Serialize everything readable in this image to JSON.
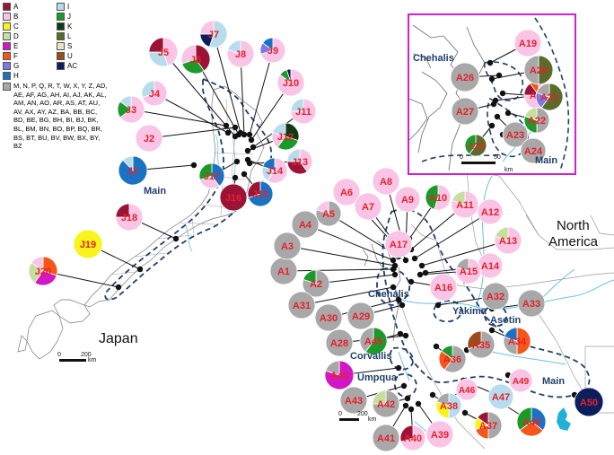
{
  "legend": {
    "items": [
      {
        "label": "A",
        "color": "#9b1336"
      },
      {
        "label": "I",
        "color": "#b7dced"
      },
      {
        "label": "B",
        "color": "#f9c4e6"
      },
      {
        "label": "J",
        "color": "#1b9a2a"
      },
      {
        "label": "C",
        "color": "#f8f41c"
      },
      {
        "label": "K",
        "color": "#0e3b14"
      },
      {
        "label": "D",
        "color": "#c6de9f"
      },
      {
        "label": "L",
        "color": "#5a6b2a"
      },
      {
        "label": "E",
        "color": "#d218c4"
      },
      {
        "label": "S",
        "color": "#ece3c6"
      },
      {
        "label": "F",
        "color": "#f5561a"
      },
      {
        "label": "U",
        "color": "#9a4d1b"
      },
      {
        "label": "G",
        "color": "#8079e5"
      },
      {
        "label": "AC",
        "color": "#0c1f5c"
      },
      {
        "label": "H",
        "color": "#1a73c2"
      }
    ],
    "other_color": "#a8a8a8",
    "other_text": "M, N, P, Q, R, T, W, X, Y, Z, AD, AE, AF, AG, AH, AI, AJ, AK, AL, AM, AN, AO, AR, AS, AT, AU, AV, AX, AY, AZ, BA, BB, BC, BD, BE, BG, BH, BI, BJ, BK, BL, BM, BN, BO, BP, BQ, BR, BS, BT, BU, BV, BW, BX, BY, BZ"
  },
  "regions": {
    "japan": "Japan",
    "north_america_1": "North",
    "north_america_2": "America",
    "main_japan": "Main",
    "chehalis": "Chehalis",
    "yakima": "Yakima",
    "asotin": "Asotin",
    "corvallis": "Corvallis",
    "umpqua": "Umpqua",
    "main_na": "Main",
    "inset_chehalis": "Chehalis",
    "inset_main": "Main"
  },
  "scales": {
    "japan": {
      "zero": "0",
      "max": "200",
      "unit": "km"
    },
    "na": {
      "zero": "0",
      "max": "200",
      "unit": "km"
    },
    "inset": {
      "zero": "0",
      "max": "50",
      "unit": "km"
    }
  },
  "sites": [
    {
      "id": "J1",
      "slices": [
        [
          0.88,
          "#1a73c2"
        ],
        [
          0.12,
          "#b7dced"
        ]
      ]
    },
    {
      "id": "J2",
      "slices": [
        [
          1,
          "#f9c4e6"
        ]
      ]
    },
    {
      "id": "J3",
      "slices": [
        [
          0.65,
          "#f9c4e6"
        ],
        [
          0.2,
          "#1b9a2a"
        ],
        [
          0.15,
          "#b7dced"
        ]
      ]
    },
    {
      "id": "J4",
      "slices": [
        [
          0.7,
          "#f9c4e6"
        ],
        [
          0.3,
          "#b7dced"
        ]
      ]
    },
    {
      "id": "J5",
      "slices": [
        [
          0.45,
          "#f9c4e6"
        ],
        [
          0.3,
          "#b7dced"
        ],
        [
          0.25,
          "#9b1336"
        ]
      ]
    },
    {
      "id": "J6",
      "slices": [
        [
          0.4,
          "#9b1336"
        ],
        [
          0.3,
          "#1b9a2a"
        ],
        [
          0.3,
          "#f9c4e6"
        ]
      ]
    },
    {
      "id": "J7",
      "slices": [
        [
          0.55,
          "#b7dced"
        ],
        [
          0.2,
          "#0c1f5c"
        ],
        [
          0.25,
          "#f9c4e6"
        ]
      ]
    },
    {
      "id": "J8",
      "slices": [
        [
          0.8,
          "#f9c4e6"
        ],
        [
          0.2,
          "#b7dced"
        ]
      ]
    },
    {
      "id": "J9",
      "slices": [
        [
          0.7,
          "#f9c4e6"
        ],
        [
          0.15,
          "#8079e5"
        ],
        [
          0.15,
          "#1a73c2"
        ]
      ]
    },
    {
      "id": "J10",
      "slices": [
        [
          0.85,
          "#f9c4e6"
        ],
        [
          0.1,
          "#1b9a2a"
        ],
        [
          0.05,
          "#0c1f5c"
        ]
      ]
    },
    {
      "id": "J11",
      "slices": [
        [
          0.75,
          "#f9c4e6"
        ],
        [
          0.25,
          "#b7dced"
        ]
      ]
    },
    {
      "id": "J12",
      "slices": [
        [
          0.3,
          "#0e3b14"
        ],
        [
          0.3,
          "#1b9a2a"
        ],
        [
          0.2,
          "#f9c4e6"
        ],
        [
          0.2,
          "#b7dced"
        ]
      ]
    },
    {
      "id": "J13",
      "slices": [
        [
          0.4,
          "#f9c4e6"
        ],
        [
          0.35,
          "#9b1336"
        ],
        [
          0.25,
          "#b7dced"
        ]
      ]
    },
    {
      "id": "J14",
      "slices": [
        [
          0.6,
          "#f9c4e6"
        ],
        [
          0.2,
          "#b7dced"
        ],
        [
          0.2,
          "#1a73c2"
        ]
      ]
    },
    {
      "id": "J15",
      "slices": [
        [
          0.7,
          "#1a73c2"
        ],
        [
          0.3,
          "#9b1336"
        ]
      ]
    },
    {
      "id": "J16",
      "slices": [
        [
          1,
          "#9b1336"
        ]
      ]
    },
    {
      "id": "J17",
      "slices": [
        [
          0.4,
          "#1a73c2"
        ],
        [
          0.3,
          "#f9c4e6"
        ],
        [
          0.3,
          "#1b9a2a"
        ]
      ]
    },
    {
      "id": "J18",
      "slices": [
        [
          0.75,
          "#f9c4e6"
        ],
        [
          0.25,
          "#9b1336"
        ]
      ]
    },
    {
      "id": "J19",
      "slices": [
        [
          1,
          "#f8f41c"
        ]
      ]
    },
    {
      "id": "J20",
      "slices": [
        [
          0.3,
          "#f5561a"
        ],
        [
          0.3,
          "#d218c4"
        ],
        [
          0.25,
          "#c6de9f"
        ],
        [
          0.15,
          "#f9c4e6"
        ]
      ]
    },
    {
      "id": "A1",
      "slices": [
        [
          1,
          "#a8a8a8"
        ]
      ]
    },
    {
      "id": "A2",
      "slices": [
        [
          0.8,
          "#a8a8a8"
        ],
        [
          0.2,
          "#1b9a2a"
        ]
      ]
    },
    {
      "id": "A3",
      "slices": [
        [
          1,
          "#a8a8a8"
        ]
      ]
    },
    {
      "id": "A4",
      "slices": [
        [
          1,
          "#a8a8a8"
        ]
      ]
    },
    {
      "id": "A5",
      "slices": [
        [
          0.8,
          "#a8a8a8"
        ],
        [
          0.2,
          "#f9c4e6"
        ]
      ]
    },
    {
      "id": "A6",
      "slices": [
        [
          1,
          "#f9c4e6"
        ]
      ]
    },
    {
      "id": "A7",
      "slices": [
        [
          1,
          "#f9c4e6"
        ]
      ]
    },
    {
      "id": "A8",
      "slices": [
        [
          1,
          "#f9c4e6"
        ]
      ]
    },
    {
      "id": "A9",
      "slices": [
        [
          1,
          "#f9c4e6"
        ]
      ]
    },
    {
      "id": "A10",
      "slices": [
        [
          0.55,
          "#f9c4e6"
        ],
        [
          0.45,
          "#1b9a2a"
        ]
      ]
    },
    {
      "id": "A11",
      "slices": [
        [
          0.8,
          "#f9c4e6"
        ],
        [
          0.2,
          "#c6de9f"
        ]
      ]
    },
    {
      "id": "A12",
      "slices": [
        [
          1,
          "#f9c4e6"
        ]
      ]
    },
    {
      "id": "A13",
      "slices": [
        [
          0.8,
          "#f9c4e6"
        ],
        [
          0.2,
          "#c6de9f"
        ]
      ]
    },
    {
      "id": "A14",
      "slices": [
        [
          1,
          "#f9c4e6"
        ]
      ]
    },
    {
      "id": "A15",
      "slices": [
        [
          0.8,
          "#f9c4e6"
        ],
        [
          0.2,
          "#a8a8a8"
        ]
      ]
    },
    {
      "id": "A16",
      "slices": [
        [
          1,
          "#f9c4e6"
        ]
      ]
    },
    {
      "id": "A17",
      "slices": [
        [
          1,
          "#f9c4e6"
        ]
      ]
    },
    {
      "id": "A18",
      "slices": [
        [
          0.75,
          "#f9c4e6"
        ],
        [
          0.15,
          "#9b1336"
        ],
        [
          0.1,
          "#f5561a"
        ]
      ]
    },
    {
      "id": "A19",
      "slices": [
        [
          1,
          "#f9c4e6"
        ]
      ]
    },
    {
      "id": "A20",
      "slices": [
        [
          0.5,
          "#5a6b2a"
        ],
        [
          0.5,
          "#a8a8a8"
        ]
      ]
    },
    {
      "id": "A21",
      "slices": [
        [
          0.6,
          "#5a6b2a"
        ],
        [
          0.2,
          "#8079e5"
        ],
        [
          0.2,
          "#a8a8a8"
        ]
      ]
    },
    {
      "id": "A22",
      "slices": [
        [
          0.5,
          "#a8a8a8"
        ],
        [
          0.3,
          "#1b9a2a"
        ],
        [
          0.2,
          "#c6de9f"
        ]
      ]
    },
    {
      "id": "A23",
      "slices": [
        [
          1,
          "#a8a8a8"
        ]
      ]
    },
    {
      "id": "A24",
      "slices": [
        [
          1,
          "#a8a8a8"
        ]
      ]
    },
    {
      "id": "A25",
      "slices": [
        [
          0.6,
          "#5a6b2a"
        ],
        [
          0.4,
          "#1b9a2a"
        ]
      ]
    },
    {
      "id": "A26",
      "slices": [
        [
          1,
          "#a8a8a8"
        ]
      ]
    },
    {
      "id": "A27",
      "slices": [
        [
          1,
          "#a8a8a8"
        ]
      ]
    },
    {
      "id": "A28",
      "slices": [
        [
          1,
          "#a8a8a8"
        ]
      ]
    },
    {
      "id": "A29",
      "slices": [
        [
          1,
          "#a8a8a8"
        ]
      ]
    },
    {
      "id": "A30",
      "slices": [
        [
          1,
          "#a8a8a8"
        ]
      ]
    },
    {
      "id": "A31",
      "slices": [
        [
          1,
          "#a8a8a8"
        ]
      ]
    },
    {
      "id": "A32",
      "slices": [
        [
          1,
          "#a8a8a8"
        ]
      ]
    },
    {
      "id": "A33",
      "slices": [
        [
          1,
          "#a8a8a8"
        ]
      ]
    },
    {
      "id": "A34",
      "slices": [
        [
          0.5,
          "#f5561a"
        ],
        [
          0.3,
          "#a8a8a8"
        ],
        [
          0.2,
          "#1a73c2"
        ]
      ]
    },
    {
      "id": "A35",
      "slices": [
        [
          0.7,
          "#a8a8a8"
        ],
        [
          0.3,
          "#9a4d1b"
        ]
      ]
    },
    {
      "id": "A36",
      "slices": [
        [
          0.6,
          "#a8a8a8"
        ],
        [
          0.25,
          "#f5561a"
        ],
        [
          0.15,
          "#1b9a2a"
        ]
      ]
    },
    {
      "id": "A37",
      "slices": [
        [
          0.5,
          "#a8a8a8"
        ],
        [
          0.2,
          "#f5561a"
        ],
        [
          0.15,
          "#f8f41c"
        ],
        [
          0.15,
          "#9b1336"
        ]
      ]
    },
    {
      "id": "A38",
      "slices": [
        [
          0.5,
          "#b7dced"
        ],
        [
          0.3,
          "#f8f41c"
        ],
        [
          0.2,
          "#a8a8a8"
        ]
      ]
    },
    {
      "id": "A39",
      "slices": [
        [
          1,
          "#f9c4e6"
        ]
      ]
    },
    {
      "id": "A40",
      "slices": [
        [
          0.7,
          "#f9c4e6"
        ],
        [
          0.3,
          "#9b1336"
        ]
      ]
    },
    {
      "id": "A41",
      "slices": [
        [
          1,
          "#a8a8a8"
        ]
      ]
    },
    {
      "id": "A42",
      "slices": [
        [
          0.75,
          "#a8a8a8"
        ],
        [
          0.25,
          "#c6de9f"
        ]
      ]
    },
    {
      "id": "A43",
      "slices": [
        [
          1,
          "#a8a8a8"
        ]
      ]
    },
    {
      "id": "A44",
      "slices": [
        [
          0.8,
          "#d218c4"
        ],
        [
          0.2,
          "#a8a8a8"
        ]
      ]
    },
    {
      "id": "A45",
      "slices": [
        [
          0.6,
          "#1b9a2a"
        ],
        [
          0.4,
          "#a8a8a8"
        ]
      ]
    },
    {
      "id": "A46",
      "slices": [
        [
          1,
          "#f9c4e6"
        ]
      ]
    },
    {
      "id": "A47",
      "slices": [
        [
          1,
          "#b7dced"
        ]
      ]
    },
    {
      "id": "A48",
      "slices": [
        [
          0.35,
          "#1a73c2"
        ],
        [
          0.3,
          "#f5561a"
        ],
        [
          0.35,
          "#1b9a2a"
        ]
      ]
    },
    {
      "id": "A49",
      "slices": [
        [
          1,
          "#f9c4e6"
        ]
      ]
    },
    {
      "id": "A50",
      "slices": [
        [
          1,
          "#0c1f5c"
        ]
      ]
    }
  ]
}
